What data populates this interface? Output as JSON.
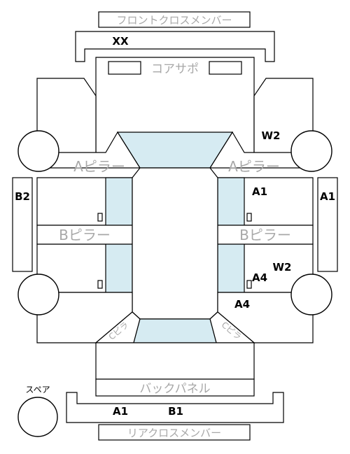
{
  "parts": {
    "front_cross_member": "フロントクロスメンバー",
    "core_support": "コアサポ",
    "a_pillar_left": "Aピラー",
    "a_pillar_right": "Aピラー",
    "b_pillar_left": "Bピラー",
    "b_pillar_right": "Bピラー",
    "c_pillar_left": "Cピラ",
    "c_pillar_right": "Cピラ",
    "back_panel": "バックパネル",
    "rear_cross_member": "リアクロスメンバー",
    "spare": "スペア"
  },
  "damage_codes": {
    "front_cross_member": "XX",
    "right_front_fender": "W2",
    "left_side_sill": "B2",
    "right_front_door": "A1",
    "right_side_sill": "A1",
    "right_rear_door_a": "A4",
    "right_rear_door_w": "W2",
    "right_rear_fender": "A4",
    "rear_cross_member_1": "A1",
    "rear_cross_member_2": "B1"
  },
  "colors": {
    "glass": "#d6ebf2",
    "outline": "#000000",
    "label_grey": "#a8a8a8"
  }
}
